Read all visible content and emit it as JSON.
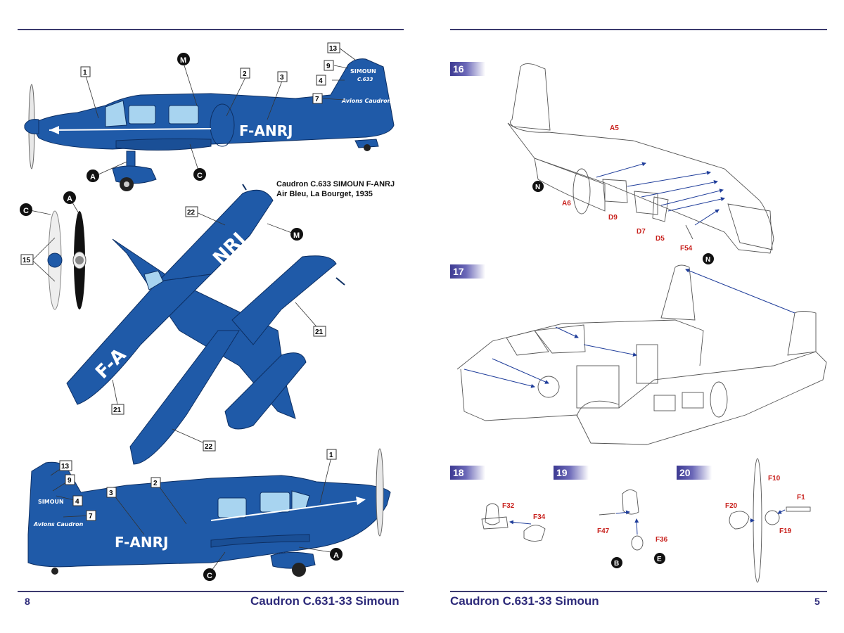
{
  "left_page": {
    "caption_line1": "Caudron C.633 SIMOUN F-ANRJ",
    "caption_line2": "Air Bleu, La Bourget, 1935",
    "footer_title": "Caudron C.631-33 Simoun",
    "page_number": "8",
    "callouts": [
      "1",
      "2",
      "3",
      "4",
      "7",
      "9",
      "13",
      "15",
      "21",
      "22"
    ],
    "letter_markers": [
      "M",
      "A",
      "C"
    ],
    "registration": "F-ANRJ",
    "wing_upper": "NRJ",
    "wing_left": "F-A",
    "tail_text": "SIMOUN",
    "tail_model": "C.633",
    "tail_brand": "Avions Caudron",
    "colors": {
      "aircraft_blue": "#1f5aa8",
      "frame": "#3b3a6e",
      "accent": "#2d2a7a"
    }
  },
  "right_page": {
    "footer_title": "Caudron C.631-33 Simoun",
    "page_number": "5",
    "steps": [
      "16",
      "17",
      "18",
      "19",
      "20"
    ],
    "step16_parts": [
      "A5",
      "A6",
      "D9",
      "D7",
      "D5",
      "F54"
    ],
    "step18_parts": [
      "F32",
      "F34"
    ],
    "step19_parts": [
      "F47",
      "F36"
    ],
    "step20_parts": [
      "F10",
      "F1",
      "F20",
      "F19"
    ],
    "letter_markers": [
      "N",
      "B",
      "E"
    ],
    "colors": {
      "part_label": "#c8201c",
      "arrow": "#1f3d9a"
    }
  }
}
